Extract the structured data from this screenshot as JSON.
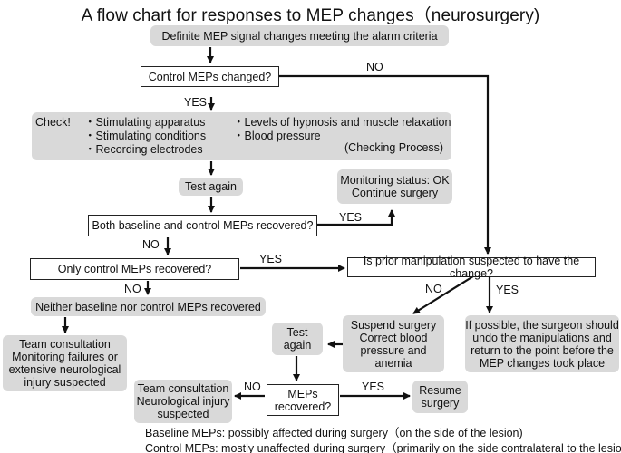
{
  "title": "A flow chart for responses to MEP changes（neurosurgery)",
  "nodes": {
    "definite": "Definite MEP signal changes meeting the alarm criteria",
    "control_changed": "Control MEPs changed?",
    "check_label": "Check!",
    "check_items": [
      "・Stimulating apparatus",
      "・Stimulating conditions",
      "・Recording electrodes",
      "・Levels of hypnosis and muscle relaxation",
      "・Blood pressure"
    ],
    "checking_process": "(Checking Process)",
    "test_again": "Test again",
    "monitoring_ok": [
      "Monitoring status: OK",
      "Continue surgery"
    ],
    "both_recovered": "Both baseline and control MEPs recovered?",
    "only_control": "Only control MEPs recovered?",
    "prior_manipulation": "Is prior manipulation suspected to have the change?",
    "neither": "Neither baseline nor control MEPs recovered",
    "team_failures": [
      "Team consultation",
      "Monitoring failures or",
      "extensive neurological",
      "injury suspected"
    ],
    "suspend": [
      "Suspend surgery",
      "Correct blood",
      "pressure and",
      "anemia"
    ],
    "undo": [
      "If possible, the surgeon should",
      "undo the manipulations and",
      "return to the point before the",
      "MEP changes took place"
    ],
    "test_again2": [
      "Test",
      "again"
    ],
    "team_neuro": [
      "Team consultation",
      "Neurological injury",
      "suspected"
    ],
    "meps_recovered": [
      "MEPs",
      "recovered?"
    ],
    "resume": [
      "Resume",
      "surgery"
    ]
  },
  "labels": {
    "yes": "YES",
    "no": "NO"
  },
  "footnotes": [
    "Baseline MEPs: possibly affected during surgery（on the side of the lesion)",
    "Control MEPs: mostly unaffected during surgery（primarily on the side contralateral to the lesion)"
  ]
}
